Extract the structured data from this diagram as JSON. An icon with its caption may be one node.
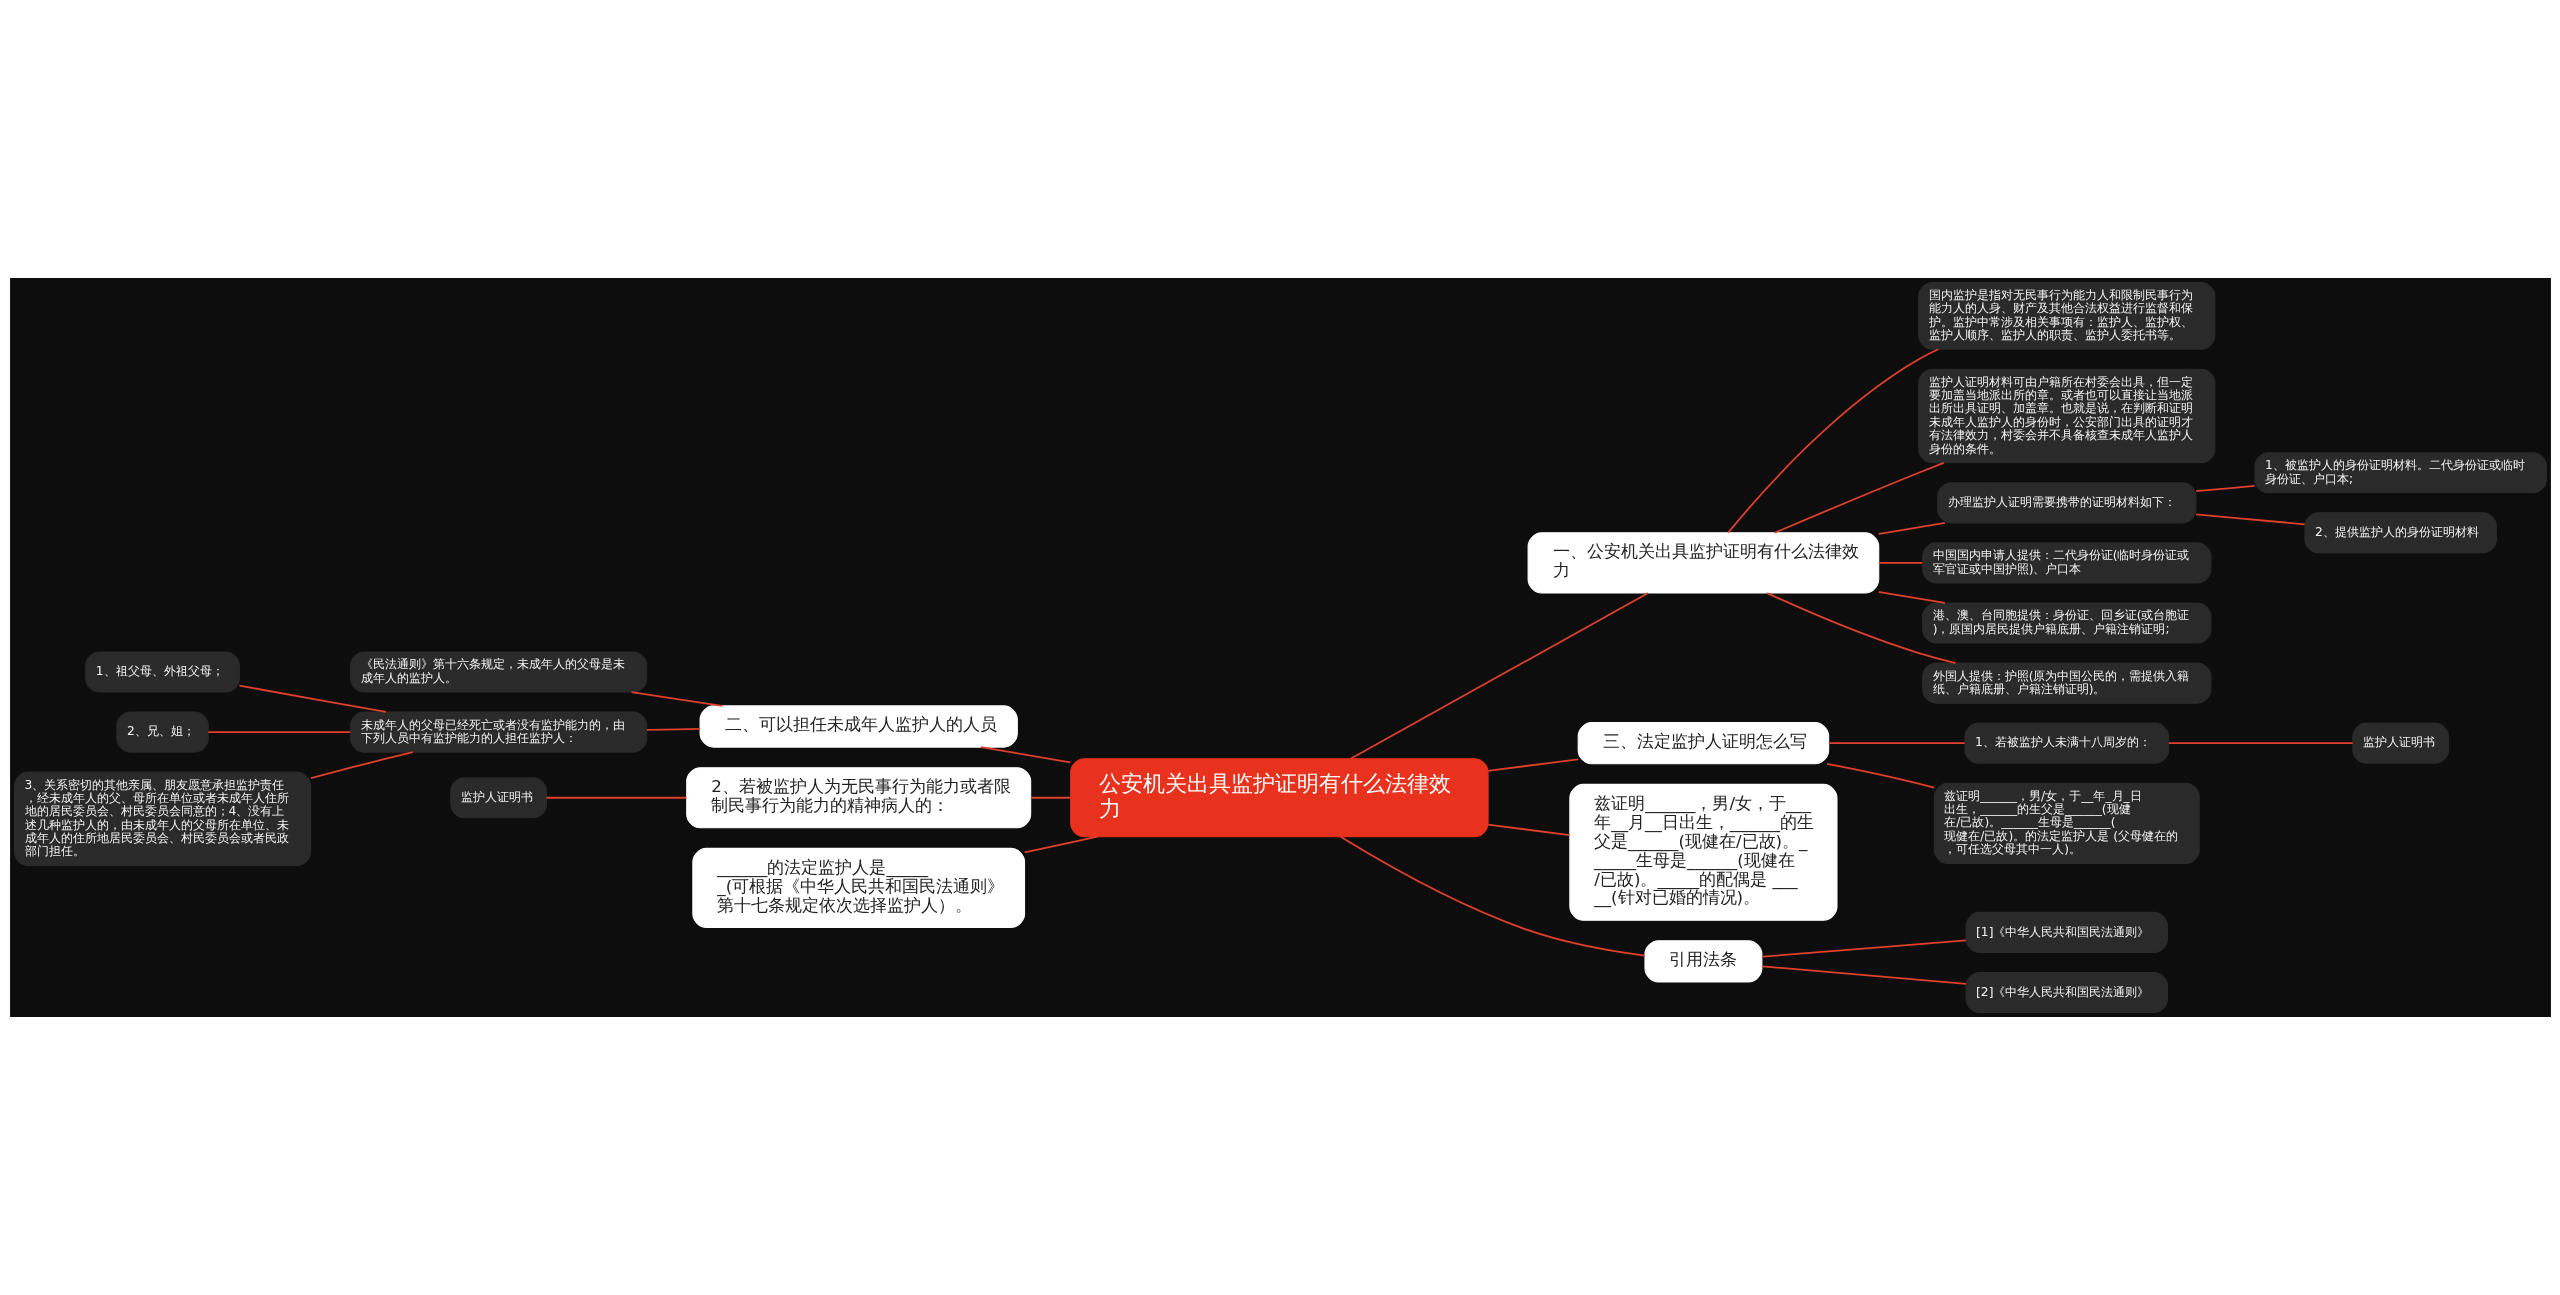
{
  "diagram": {
    "nodes": [
      {
        "text": [
          "公安机关出具监护证明有什么法律效力"
        ]
      },
      {
        "text": [
          "一、公安机关出具监护证明有什么法律效力"
        ]
      },
      {
        "text": [
          "国内监护是指对无民事行为能力人和限制民事行为能力人的人身、财产及其他合法权益进行监督和保护。监护中常涉及相关事项有：监护人、监护权、监护人顺序、监护人的职责、监护人委托书等。"
        ]
      },
      {
        "text": [
          "监护人证明材料可由户籍所在村委会出具，但一定要加盖当地派出所的章。或者也可以直接让当地派出所出具证明、加盖章。也就是说，在判断和证明未成年人监护人的身份时，公安部门出具的证明才有法律效力，村委会并不具备核查未成年人监护人身份的条件。"
        ]
      },
      {
        "text": [
          "办理监护人证明需要携带的证明材料如下："
        ]
      },
      {
        "text": [
          "1、被监护人的身份证明材料。二代身份证或临时身份证、户口本;"
        ]
      },
      {
        "text": [
          "2、提供监护人的身份证明材料"
        ]
      },
      {
        "text": [
          "中国国内申请人提供：二代身份证(临时身份证或军官证或中国护照)、户口本"
        ]
      },
      {
        "text": [
          "港、澳、台同胞提供：身份证、回乡证(或台胞证)，原国内居民提供户籍底册、户籍注销证明;"
        ]
      },
      {
        "text": [
          "外国人提供：护照(原为中国公民的，需提供入籍纸、户籍底册、户籍注销证明)。"
        ]
      },
      {
        "text": [
          "二、可以担任未成年人监护人的人员"
        ]
      },
      {
        "text": [
          "《民法通则》第十六条规定，未成年人的父母是未成年人的监护人。"
        ]
      },
      {
        "text": [
          "未成年人的父母已经死亡或者没有监护能力的，由下列人员中有监护能力的人担任监护人："
        ]
      },
      {
        "text": [
          "1、祖父母、外祖父母；"
        ]
      },
      {
        "text": [
          "2、兄、姐；"
        ]
      },
      {
        "text": [
          "3、关系密切的其他亲属、朋友愿意承担监护责任，经未成年人的父、母所在单位或者未成年人住所地的居民委员会、村民委员会同意的；4、没有上述几种监护人的，由未成年人的父母所在单位、未成年人的住所地居民委员会、村民委员会或者民政部门担任。"
        ]
      },
      {
        "text": [
          "三、法定监护人证明怎么写"
        ]
      },
      {
        "text": [
          "1、若被监护人未满十八周岁的："
        ]
      },
      {
        "text": [
          "监护人证明书"
        ]
      },
      {
        "text": [
          "兹证明______，男/女，于__年_月_日出生，______的生父是______(现健在/已故)。______生母是______(现健在/已故)。的法定监护人是 (父母健在的，可任选父母其中一人)。"
        ]
      },
      {
        "text": [
          "2、若被监护人为无民事行为能力或者限制民事行为能力的精神病人的："
        ]
      },
      {
        "text": [
          "监护人证明书"
        ]
      },
      {
        "text": [
          "______的法定监护人是______(可根据《中华人民共和国民法通则》第十七条规定依次选择监护人）。"
        ]
      },
      {
        "text": [
          "兹证明______，男/女，于___年__月__日出生，______的生父是______(现健在/已故)。______生母是______(现健在/已故)。_____的配偶是 _____(针对已婚的情况)。"
        ]
      },
      {
        "text": [
          "引用法条"
        ]
      },
      {
        "text": [
          "[1]《中华人民共和国民法通则》"
        ]
      },
      {
        "text": [
          "[2]《中华人民共和国民法通则》"
        ]
      }
    ],
    "edges": [
      {
        "from": 0,
        "to": 1,
        "arrow": "none"
      },
      {
        "from": 1,
        "to": 2,
        "arrow": "none"
      },
      {
        "from": 1,
        "to": 3,
        "arrow": "none"
      },
      {
        "from": 1,
        "to": 4,
        "arrow": "none"
      },
      {
        "from": 4,
        "to": 5,
        "arrow": "none"
      },
      {
        "from": 4,
        "to": 6,
        "arrow": "none"
      },
      {
        "from": 1,
        "to": 7,
        "arrow": "none"
      },
      {
        "from": 1,
        "to": 8,
        "arrow": "none"
      },
      {
        "from": 1,
        "to": 9,
        "arrow": "none"
      },
      {
        "from": 0,
        "to": 10,
        "arrow": "none"
      },
      {
        "from": 10,
        "to": 11,
        "arrow": "none"
      },
      {
        "from": 10,
        "to": 12,
        "arrow": "none"
      },
      {
        "from": 12,
        "to": 13,
        "arrow": "none"
      },
      {
        "from": 12,
        "to": 14,
        "arrow": "none"
      },
      {
        "from": 12,
        "to": 15,
        "arrow": "none"
      },
      {
        "from": 0,
        "to": 16,
        "arrow": "none"
      },
      {
        "from": 16,
        "to": 17,
        "arrow": "none"
      },
      {
        "from": 17,
        "to": 18,
        "arrow": "none"
      },
      {
        "from": 16,
        "to": 19,
        "arrow": "none"
      },
      {
        "from": 0,
        "to": 20,
        "arrow": "none"
      },
      {
        "from": 20,
        "to": 21,
        "arrow": "none"
      },
      {
        "from": 0,
        "to": 22,
        "arrow": "none"
      },
      {
        "from": 0,
        "to": 23,
        "arrow": "none"
      },
      {
        "from": 0,
        "to": 24,
        "arrow": "none"
      },
      {
        "from": 24,
        "to": 25,
        "arrow": "none"
      },
      {
        "from": 24,
        "to": 26,
        "arrow": "none"
      }
    ]
  }
}
